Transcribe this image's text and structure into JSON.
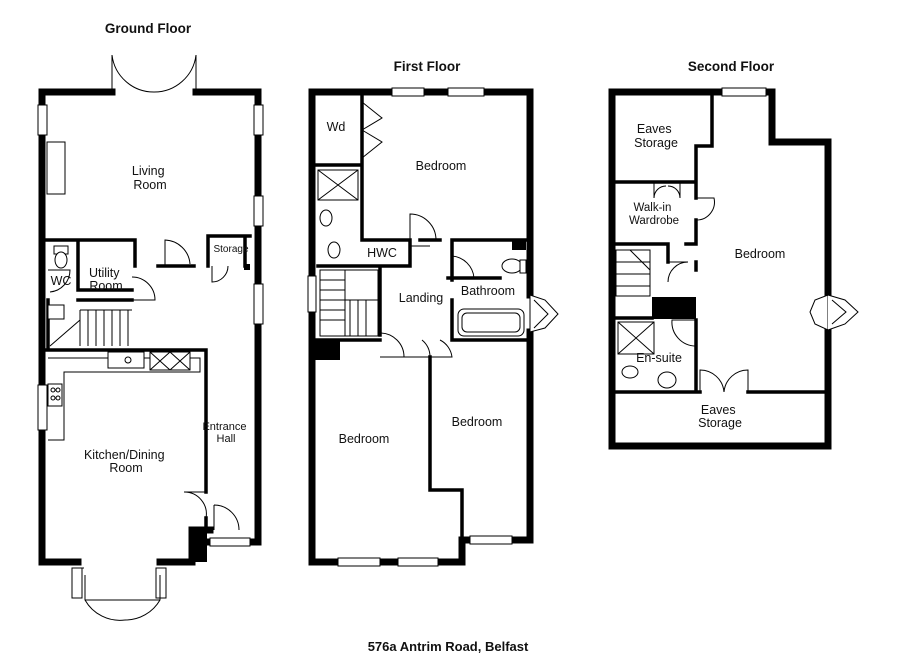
{
  "address": "576a Antrim Road, Belfast",
  "floors": [
    {
      "title": "Ground Floor",
      "rooms": [
        "Living Room",
        "WC",
        "Utility Room",
        "Storage",
        "Kitchen/Dining Room",
        "Entrance Hall"
      ]
    },
    {
      "title": "First Floor",
      "rooms": [
        "Wd",
        "Bedroom",
        "HWC",
        "Landing",
        "Bathroom",
        "Bedroom",
        "Bedroom"
      ]
    },
    {
      "title": "Second Floor",
      "rooms": [
        "Eaves Storage",
        "Walk-in Wardrobe",
        "Bedroom",
        "En-suite",
        "Eaves Storage"
      ]
    }
  ]
}
